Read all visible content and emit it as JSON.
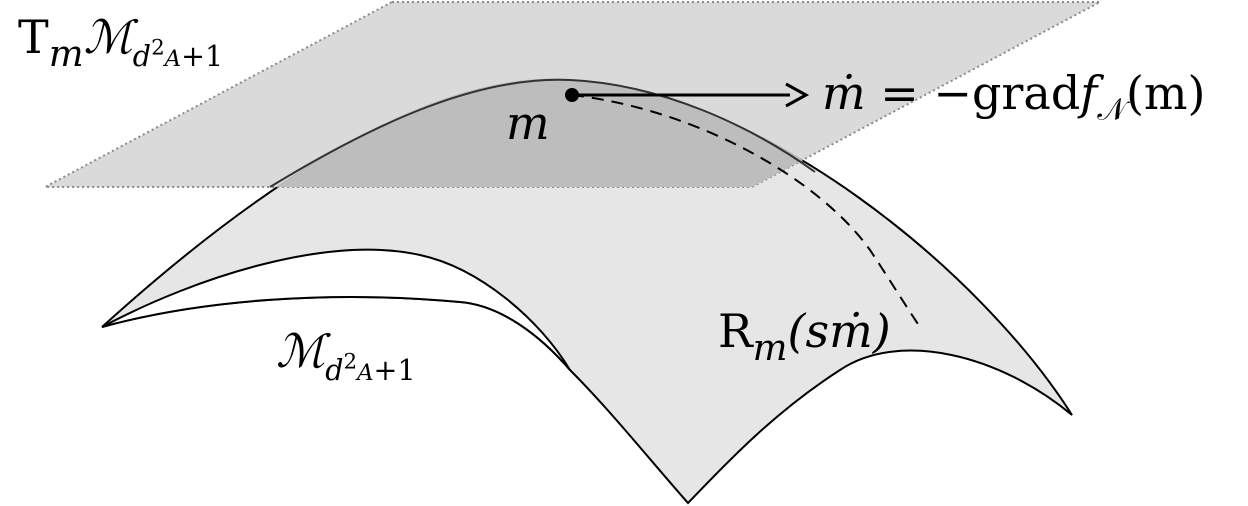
{
  "labels": {
    "tangent_space": {
      "T": "T",
      "m": "m",
      "M": "ℳ",
      "d": "d",
      "two": "2",
      "A": "A",
      "plus_one": "+1"
    },
    "manifold": {
      "M": "ℳ",
      "d": "d",
      "two": "2",
      "A": "A",
      "plus_one": "+1"
    },
    "point": "m",
    "gradient": {
      "mdot": "ṁ",
      "eq": " = −grad",
      "f": "f",
      "N": "𝒩",
      "arg": "(m)"
    },
    "retraction": {
      "R": "R",
      "m": "m",
      "arg": "(sṁ)"
    }
  },
  "colors": {
    "plane_fill": "#d4d4d4",
    "plane_edge": "#8a8a8a",
    "surface_fill": "#e6e6e6",
    "overlap_fill": "#bdbdbd",
    "stroke": "#000000"
  }
}
